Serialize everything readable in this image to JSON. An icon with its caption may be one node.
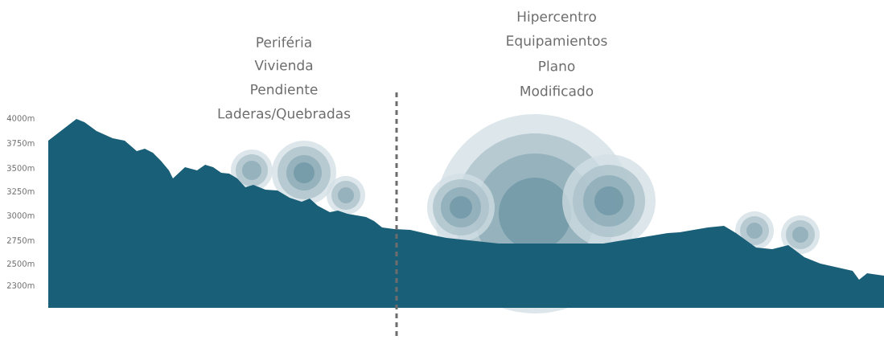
{
  "diagram": {
    "labels": [
      "Periféria",
      "Vivienda",
      "Pendiente",
      "Laderas/Quebradas",
      "Hipercentro",
      "Equipamientos",
      "Plano",
      "Modificado",
      "4000m",
      "3750m",
      "3500m",
      "3250m",
      "3000m",
      "2750m",
      "2500m",
      "2300m"
    ]
  }
}
